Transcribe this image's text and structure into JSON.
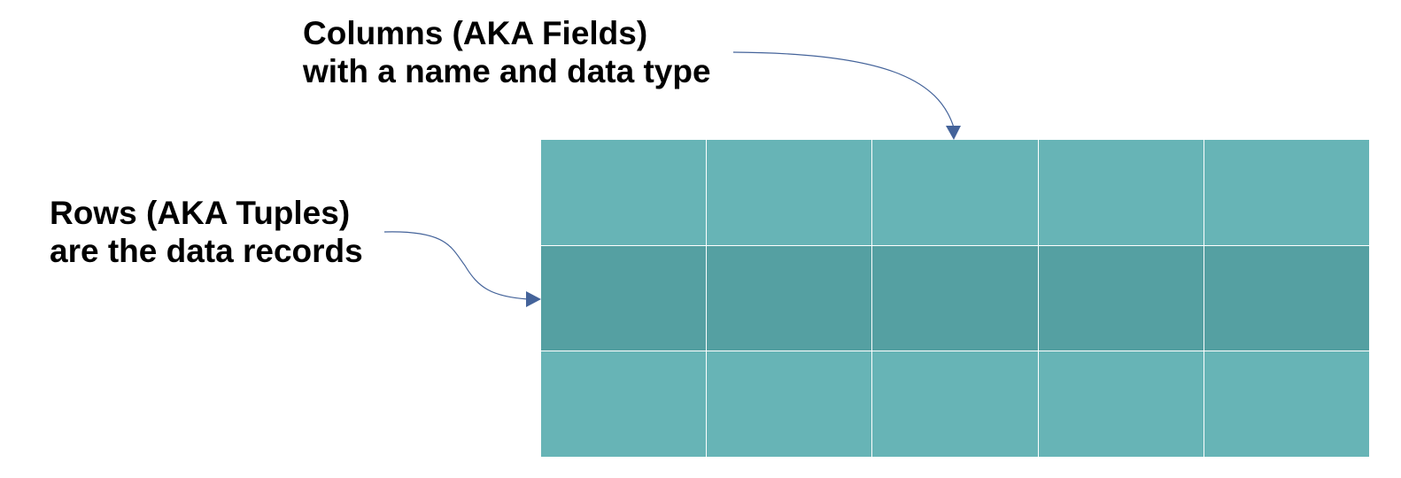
{
  "annotations": {
    "columns": {
      "line1": "Columns (AKA Fields)",
      "line2": "with a name and data type"
    },
    "rows": {
      "line1": "Rows (AKA Tuples)",
      "line2": "are the data records"
    }
  },
  "table": {
    "row_count": 3,
    "column_count": 5,
    "highlighted_row": 2
  },
  "colors": {
    "cell": "#67b4b6",
    "highlighted_row": "#55a0a2",
    "grid_line": "#ffffff",
    "arrow": "#44639a",
    "text": "#000000"
  }
}
